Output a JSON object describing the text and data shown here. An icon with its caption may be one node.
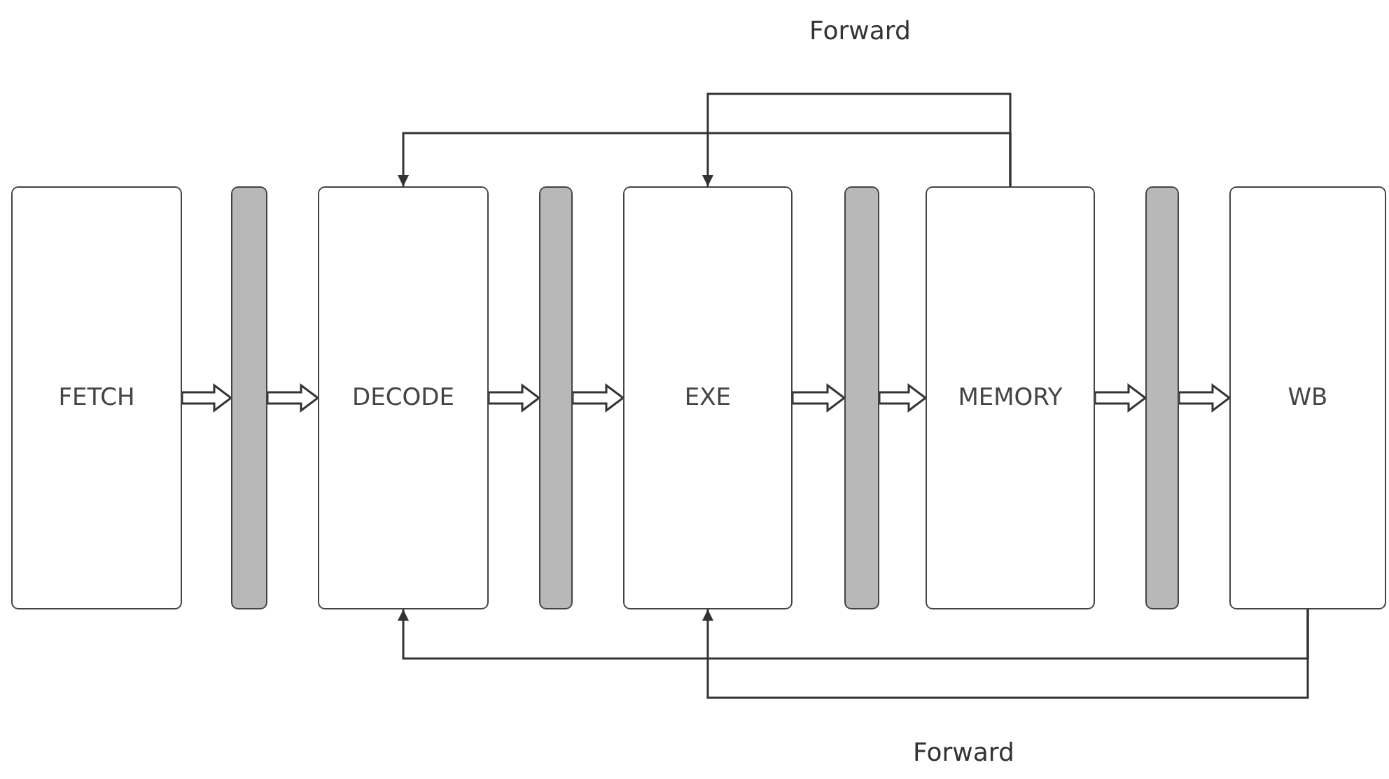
{
  "diagram": {
    "nodes": [
      {
        "text": [
          "FETCH"
        ]
      },
      {
        "text": [],
        "shape": "bar"
      },
      {
        "text": [
          "DECODE"
        ]
      },
      {
        "text": [],
        "shape": "bar"
      },
      {
        "text": [
          "EXE"
        ]
      },
      {
        "text": [],
        "shape": "bar"
      },
      {
        "text": [
          "MEMORY"
        ]
      },
      {
        "text": [],
        "shape": "bar"
      },
      {
        "text": [
          "WB"
        ]
      }
    ],
    "edges": [
      {
        "from": 0,
        "to": 1,
        "arrow": "to",
        "style": "thick"
      },
      {
        "from": 1,
        "to": 2,
        "arrow": "to",
        "style": "thick"
      },
      {
        "from": 2,
        "to": 3,
        "arrow": "to",
        "style": "thick"
      },
      {
        "from": 3,
        "to": 4,
        "arrow": "to",
        "style": "thick"
      },
      {
        "from": 4,
        "to": 5,
        "arrow": "to",
        "style": "thick"
      },
      {
        "from": 5,
        "to": 6,
        "arrow": "to",
        "style": "thick"
      },
      {
        "from": 6,
        "to": 7,
        "arrow": "to",
        "style": "thick"
      },
      {
        "from": 7,
        "to": 8,
        "arrow": "to",
        "style": "thick"
      },
      {
        "from": 6,
        "to": 2,
        "arrow": "to"
      },
      {
        "from": 6,
        "to": 4,
        "arrow": "to"
      },
      {
        "from": 8,
        "to": 2,
        "arrow": "to"
      },
      {
        "from": 8,
        "to": 4,
        "arrow": "to"
      }
    ],
    "labels": [
      "Forward",
      "Forward"
    ]
  }
}
